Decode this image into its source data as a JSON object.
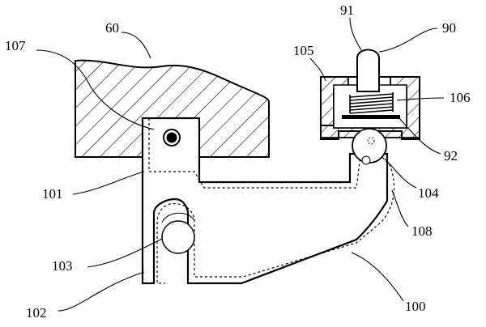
{
  "labels": {
    "l107": "107",
    "l60": "60",
    "l91": "91",
    "l90": "90",
    "l105": "105",
    "l106": "106",
    "l92": "92",
    "l101": "101",
    "l104": "104",
    "l108": "108",
    "l103": "103",
    "l102": "102",
    "l100": "100"
  },
  "colors": {
    "ink": "#000000",
    "paper": "#ffffff"
  }
}
